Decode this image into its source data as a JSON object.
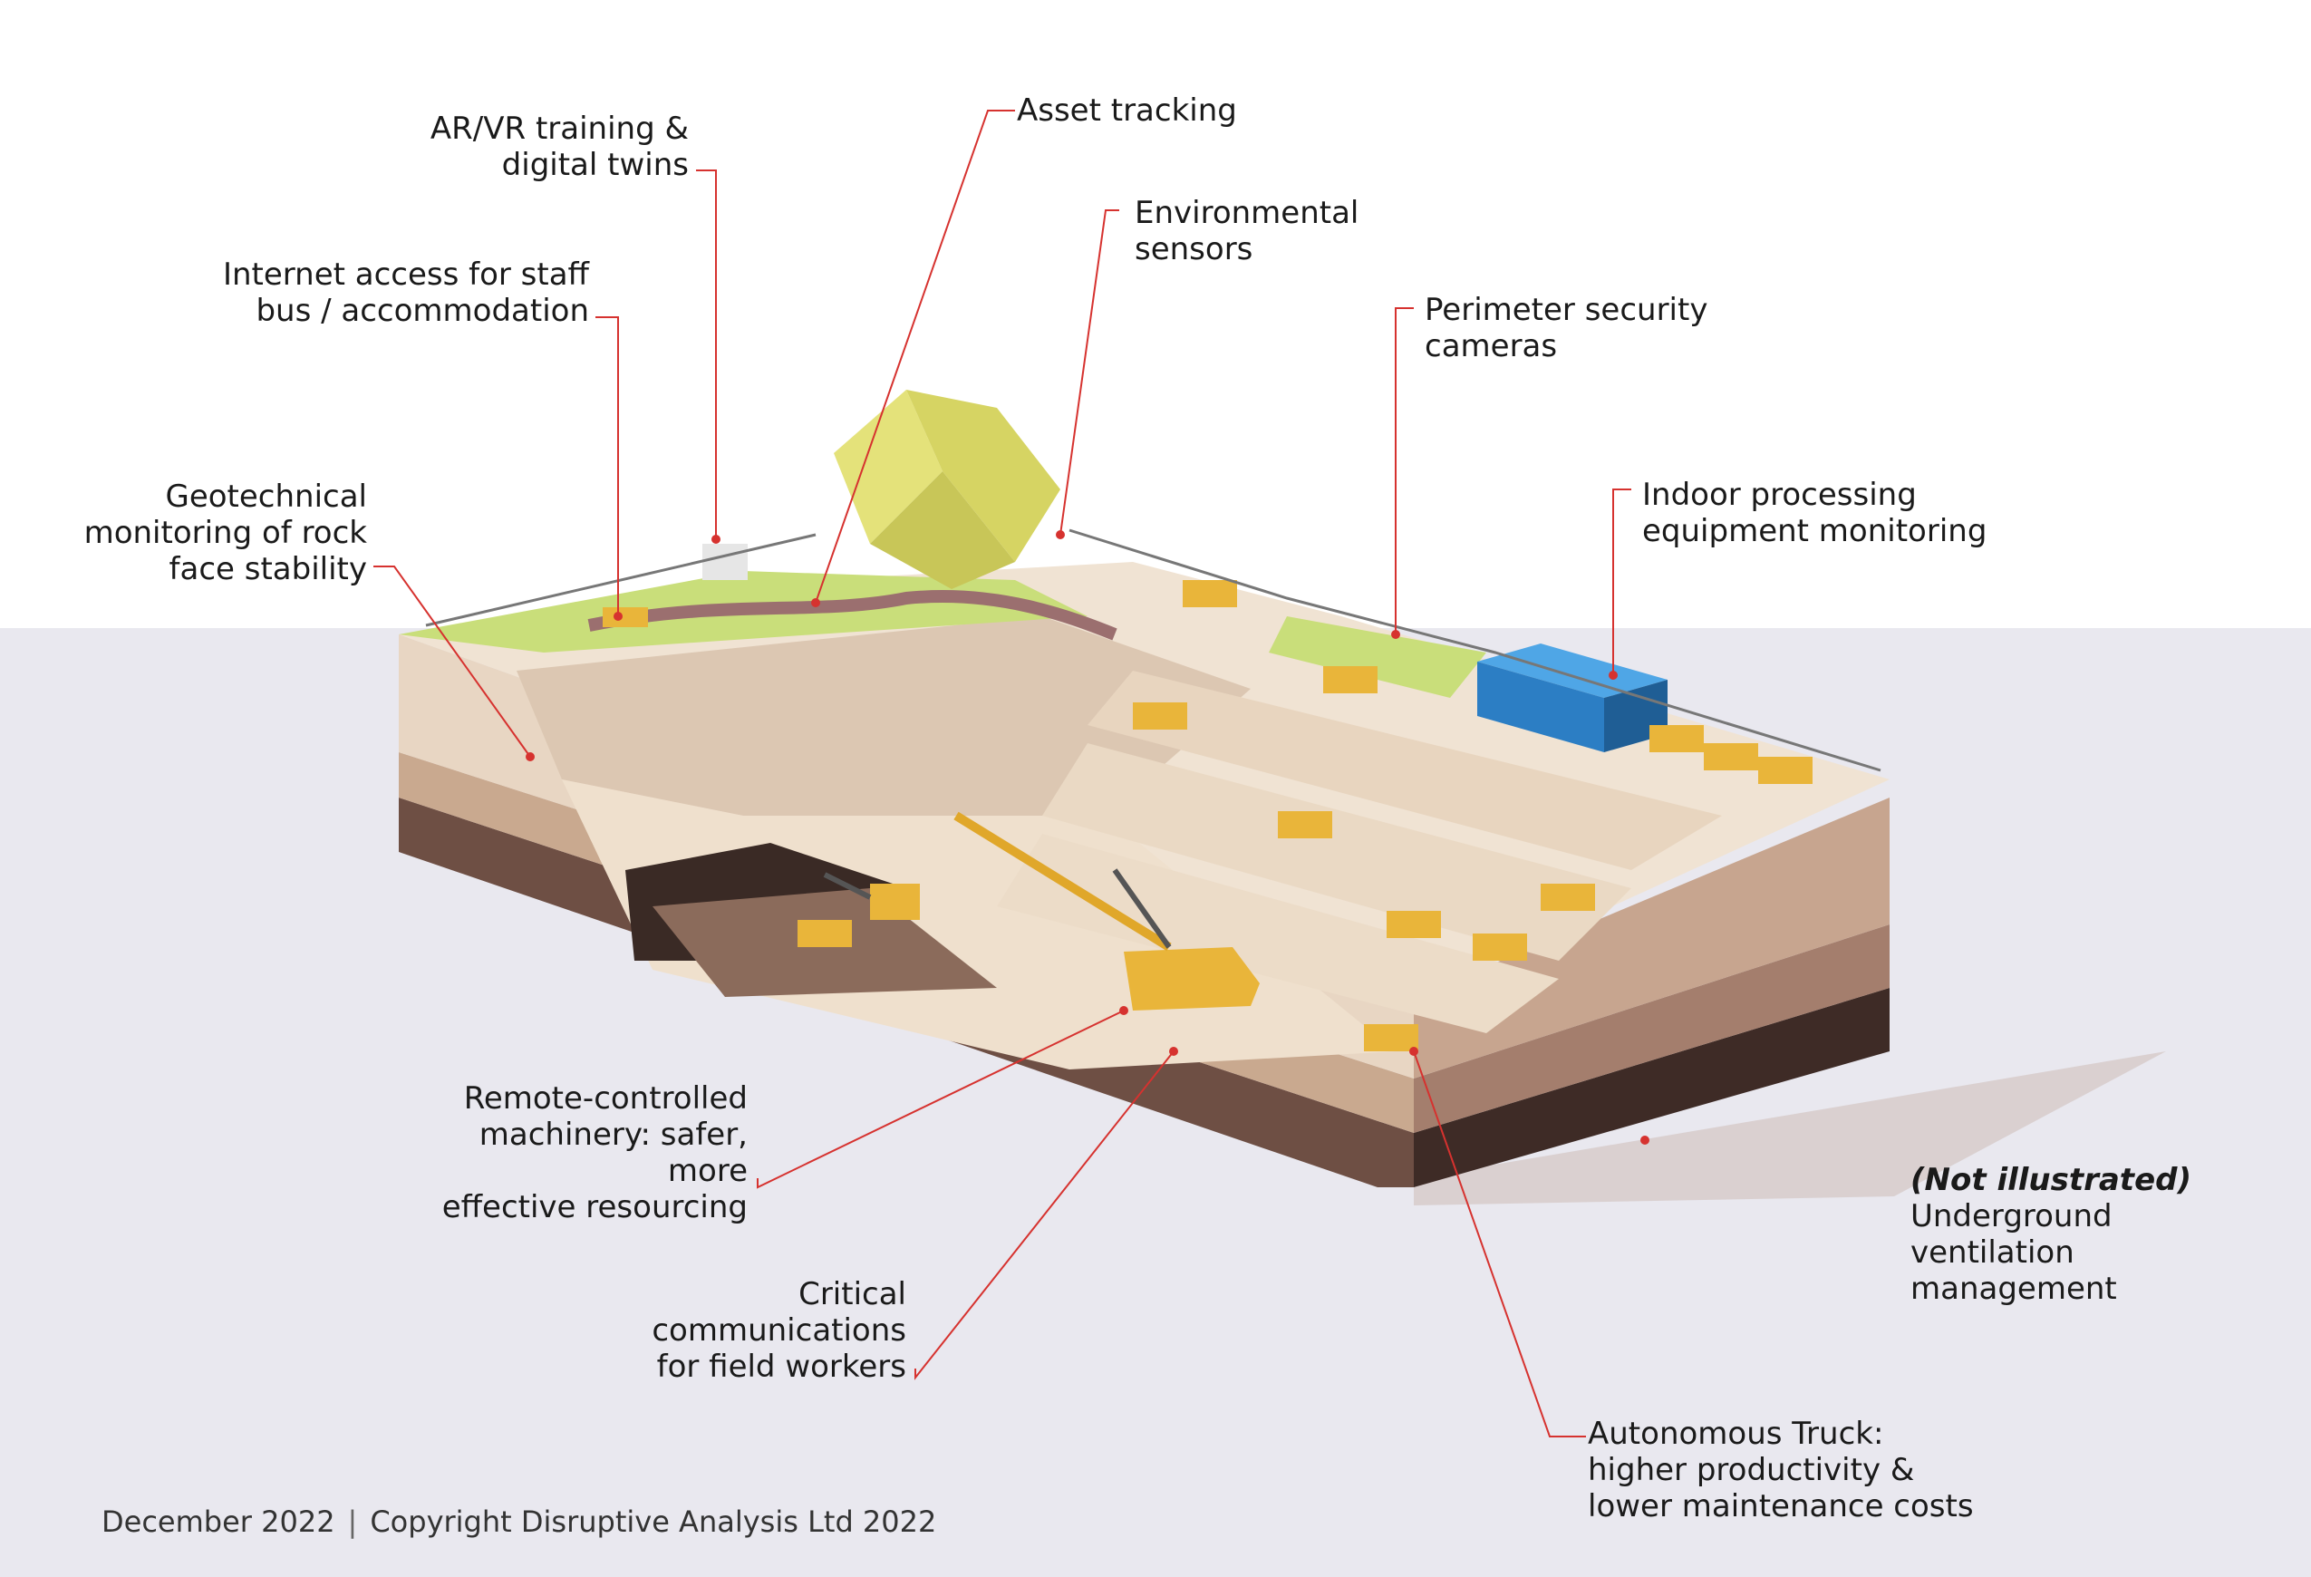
{
  "labels": {
    "ar_vr": "AR/VR training &\ndigital twins",
    "asset_tracking": "Asset tracking",
    "environmental": "Environmental\nsensors",
    "internet_access": "Internet access for staff\nbus / accommodation",
    "perimeter": "Perimeter security\ncameras",
    "geotechnical": "Geotechnical\nmonitoring of rock\nface stability",
    "indoor_processing": "Indoor processing\nequipment monitoring",
    "remote_controlled": "Remote-controlled\nmachinery: safer, more\neffective resourcing",
    "critical_comms": "Critical\ncommunications\nfor field workers",
    "not_illustrated": "(Not illustrated)",
    "underground_ventilation": "Underground\nventilation\nmanagement",
    "autonomous_truck": "Autonomous Truck:\nhigher productivity &\nlower maintenance costs"
  },
  "footer": {
    "date": "December 2022",
    "separator": "|",
    "copyright": "Copyright Disruptive Analysis Ltd 2022"
  },
  "colors": {
    "leader_line": "#d6322f",
    "ground_light": "#f0e3d3",
    "ground_mid": "#c9a98f",
    "ground_dark": "#6e4f44",
    "grass": "#c9de7a",
    "truck": "#e9b53a",
    "building": "#3b8fd6",
    "background_lower": "#e9e8ef"
  }
}
